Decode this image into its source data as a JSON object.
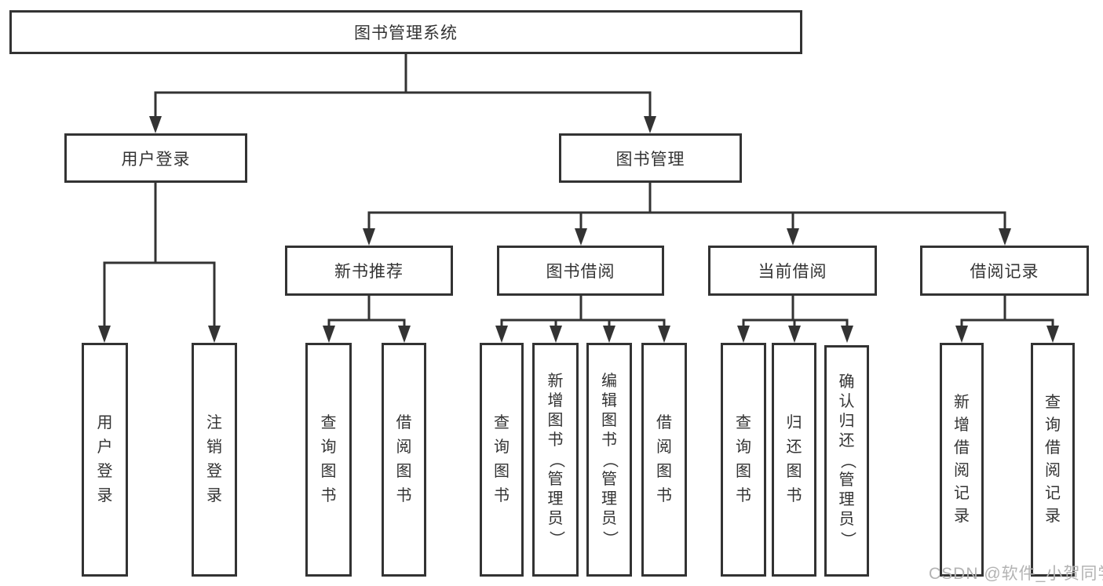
{
  "tree": {
    "label": "图书管理系统",
    "children": [
      {
        "label": "用户登录",
        "children": [
          {
            "label": "用户登录"
          },
          {
            "label": "注销登录"
          }
        ]
      },
      {
        "label": "图书管理",
        "children": [
          {
            "label": "新书推荐",
            "children": [
              {
                "label": "查询图书"
              },
              {
                "label": "借阅图书"
              }
            ]
          },
          {
            "label": "图书借阅",
            "children": [
              {
                "label": "查询图书"
              },
              {
                "label": "新增图书（管理员）"
              },
              {
                "label": "编辑图书（管理员）"
              },
              {
                "label": "借阅图书"
              }
            ]
          },
          {
            "label": "当前借阅",
            "children": [
              {
                "label": "查询图书"
              },
              {
                "label": "归还图书"
              },
              {
                "label": "确认归还（管理员）"
              }
            ]
          },
          {
            "label": "借阅记录",
            "children": [
              {
                "label": "新增借阅记录"
              },
              {
                "label": "查询借阅记录"
              }
            ]
          }
        ]
      }
    ]
  },
  "watermark": {
    "text": "CSDN @软件_小贺同学"
  },
  "colors": {
    "line": "#333333",
    "box_border": "#333333",
    "text": "#333333",
    "watermark": "#b3b3b3",
    "background": "#ffffff"
  }
}
